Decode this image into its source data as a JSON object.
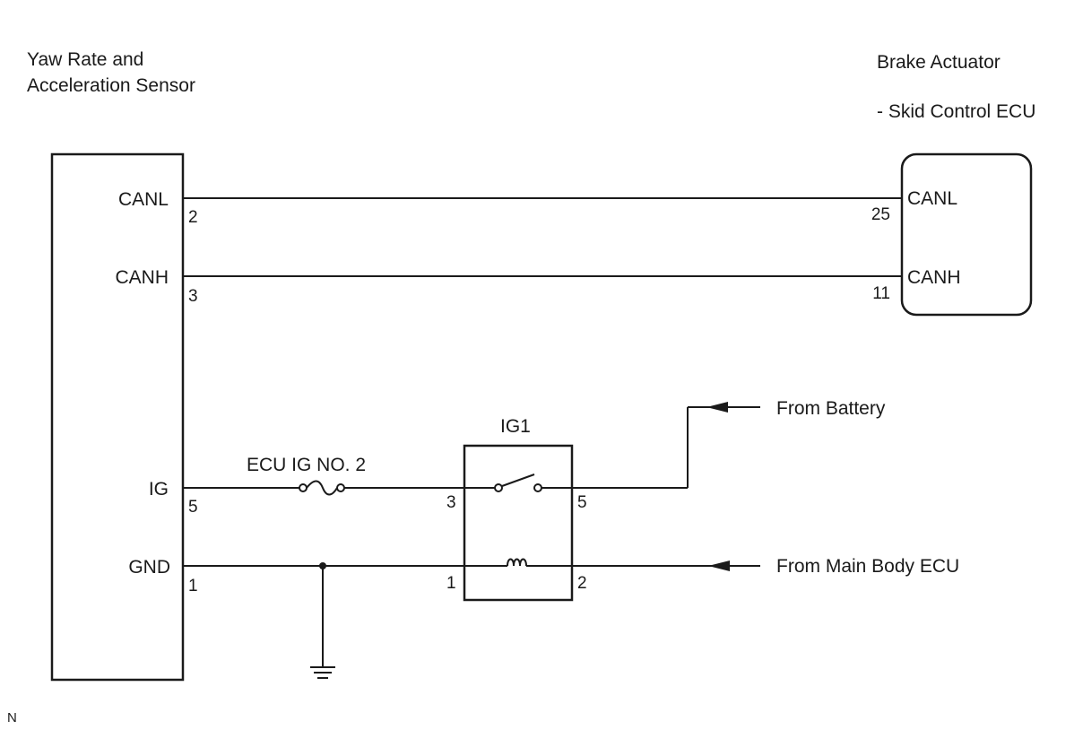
{
  "left_component": {
    "name_line1": "Yaw Rate and",
    "name_line2": "Acceleration Sensor",
    "terminals": [
      {
        "label": "CANL",
        "pin": "2"
      },
      {
        "label": "CANH",
        "pin": "3"
      },
      {
        "label": "IG",
        "pin": "5"
      },
      {
        "label": "GND",
        "pin": "1"
      }
    ]
  },
  "right_component": {
    "name_line1": "Brake Actuator",
    "name_line2": "- Skid Control ECU",
    "terminals": [
      {
        "label": "CANL",
        "pin": "25"
      },
      {
        "label": "CANH",
        "pin": "11"
      }
    ]
  },
  "fuse": {
    "label": "ECU IG NO. 2"
  },
  "relay": {
    "label": "IG1",
    "pins": {
      "switch_in": "3",
      "switch_out": "5",
      "coil_in": "1",
      "coil_out": "2"
    }
  },
  "sources": {
    "battery": "From Battery",
    "main_body": "From Main Body ECU"
  },
  "corner_mark": "N"
}
